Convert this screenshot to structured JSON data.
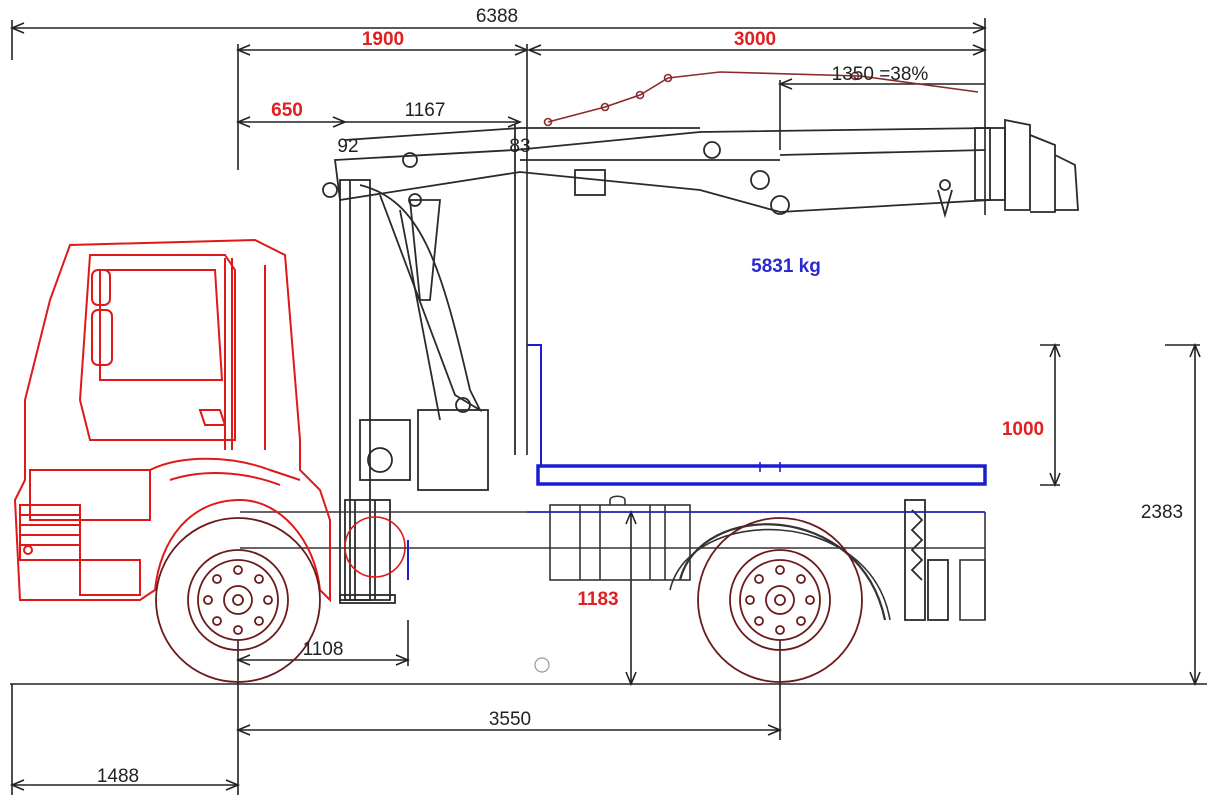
{
  "colors": {
    "dimension_line": "#222222",
    "dimension_text": "#222222",
    "highlight_text": "#e02020",
    "load_text": "#2a2ad0",
    "cab": "#e01818",
    "crane": "#2a2a2a",
    "chassis": "#333333",
    "platform": "#1c1cd0",
    "wheel": "#6b1a1a",
    "reach_curve": "#8b2a2a"
  },
  "dimensions": {
    "overall_length": "6388",
    "crane_to_rear_column": "1900",
    "rear_overhang_reach": "3000",
    "reach_ratio": "1350 =38%",
    "front_offset": "650",
    "boom_segment": "1167",
    "pivot_a": "92",
    "pivot_b": "83",
    "platform_height": "1000",
    "overall_height": "2383",
    "frame_height": "1183",
    "front_axle_offset": "1108",
    "wheelbase": "3550",
    "front_overhang": "1488"
  },
  "load": {
    "weight_label": "5831 kg"
  },
  "icons": [
    "truck-cab-icon",
    "loader-crane-icon",
    "wheel-icon",
    "rotator-grapple-icon"
  ]
}
